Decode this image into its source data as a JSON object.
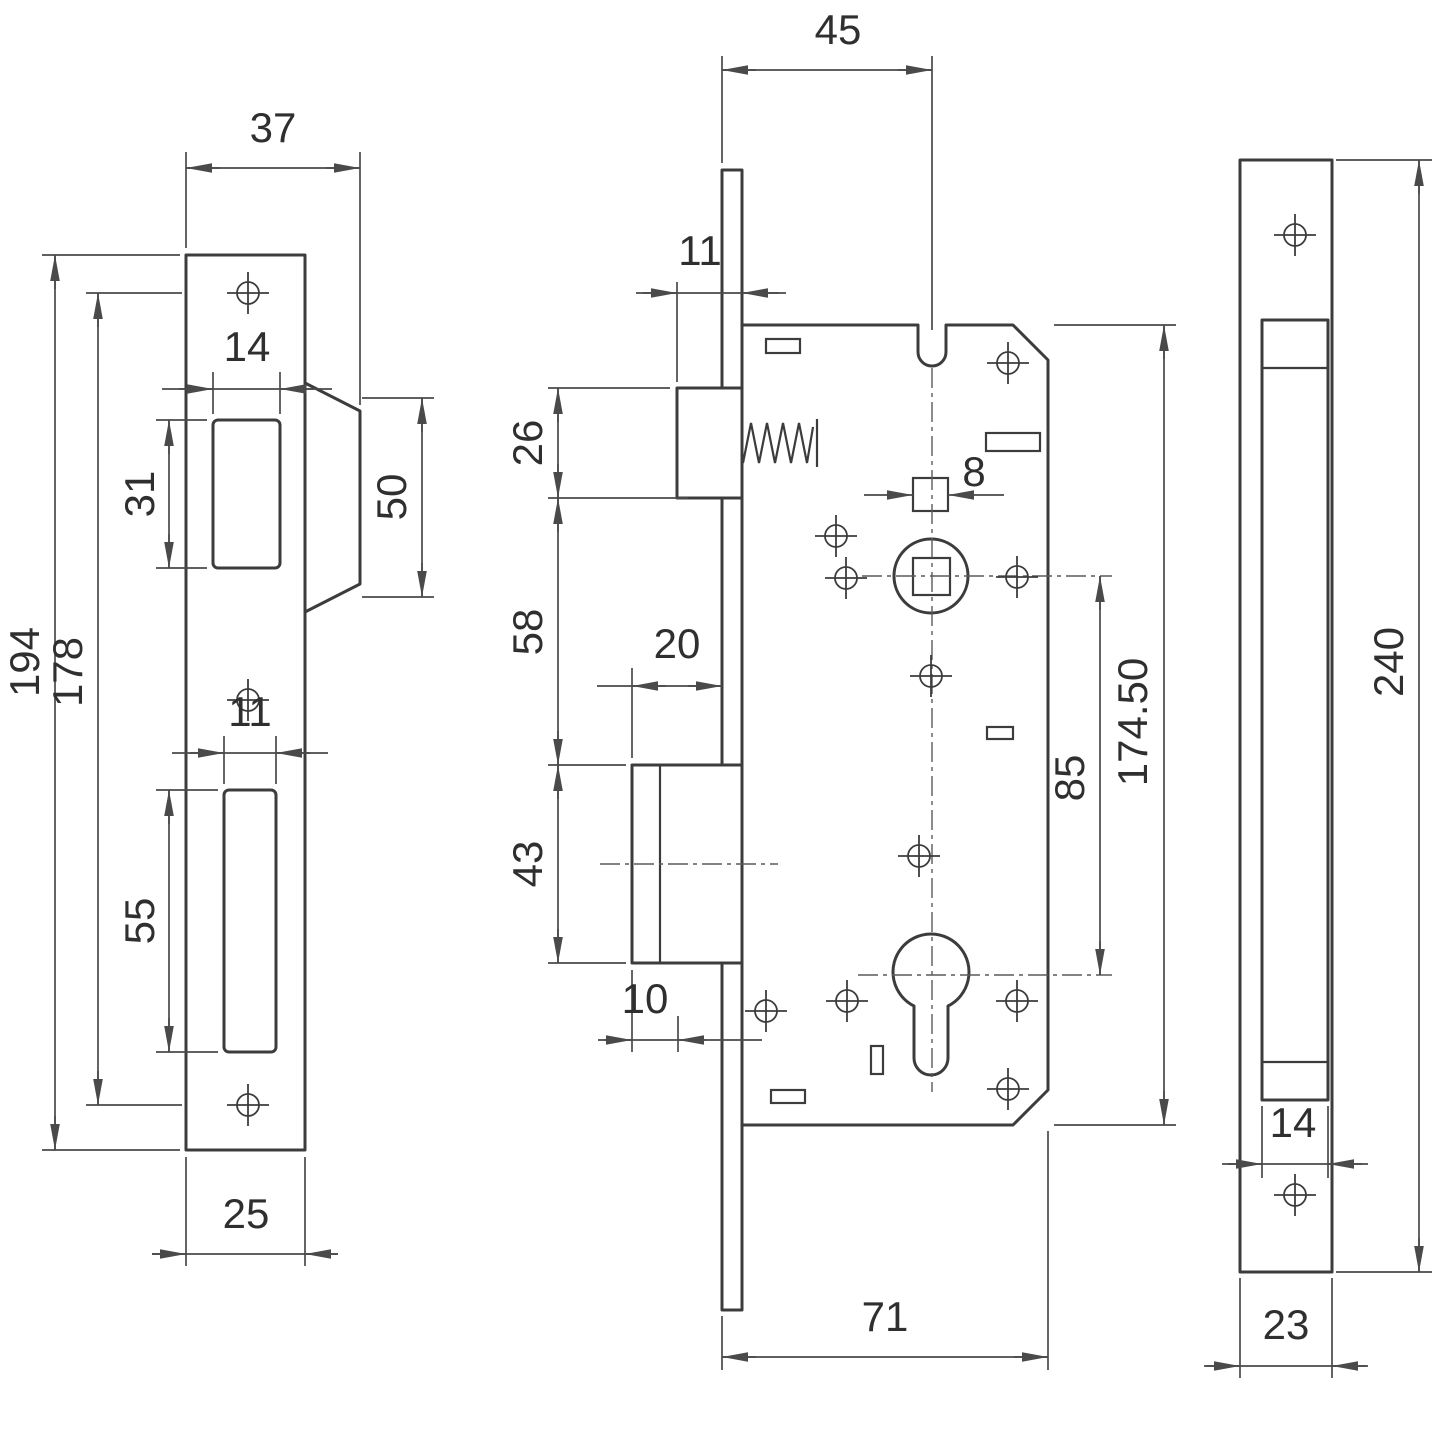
{
  "drawing": {
    "kind": "mortise-lock-technical-drawing",
    "line_color": "#3c3c3c",
    "background": "#ffffff",
    "views": {
      "strike_plate": {
        "title": "strike-plate-side-view",
        "dims": {
          "overall_width": "37",
          "latch_cutout_width": "14",
          "latch_cutout_height": "31",
          "lip_height": "50",
          "total_height": "194",
          "hole_spacing": "178",
          "bolt_cutout_width": "11",
          "bolt_cutout_height": "55",
          "plate_width": "25"
        }
      },
      "lock_body": {
        "title": "lock-body-front-view",
        "dims": {
          "backset": "45",
          "latch_projection": "11",
          "latch_height": "26",
          "latch_to_bolt": "58",
          "bolt_projection": "20",
          "bolt_height": "43",
          "bolt_throw": "10",
          "spindle_square": "8",
          "centre_distance": "85",
          "body_height": "174.50",
          "body_depth": "71"
        }
      },
      "faceplate": {
        "title": "faceplate-front-view",
        "dims": {
          "height": "240",
          "channel_width": "14",
          "width": "23"
        }
      }
    }
  }
}
